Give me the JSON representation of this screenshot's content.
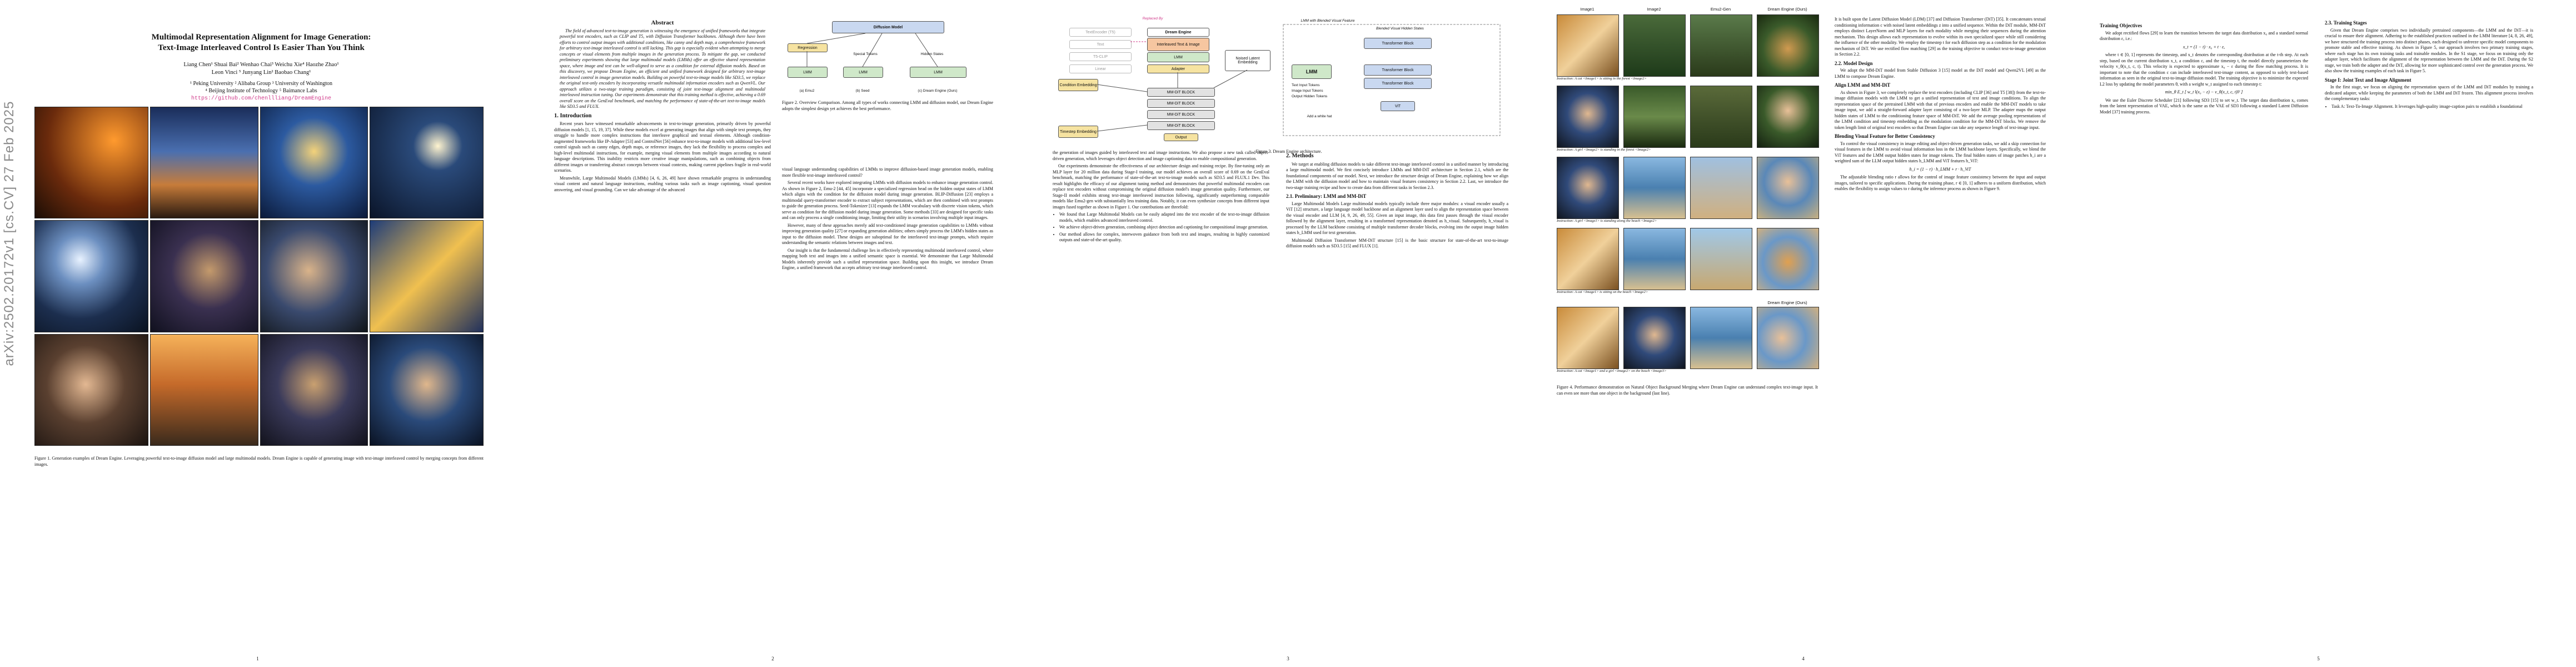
{
  "arxiv_id": "arXiv:2502.20172v1  [cs.CV]  27 Feb 2025",
  "paper": {
    "title": "Multimodal Representation Alignment for Image Generation:\nText-Image Interleaved Control Is Easier Than You Think",
    "authors_line1": "Liang Chen¹   Shuai Bai²   Wenhao Chai³   Weichu Xie⁴   Haozhe Zhao¹",
    "authors_line2": "Leon Vinci ⁵   Junyang Lin²   Baobao Chang¹",
    "affil_line1": "¹ Peking University   ² Alibaba Group   ³ University of Washington",
    "affil_line2": "⁴ Beijing Institute of Technology   ⁵ Baimance Labs",
    "url": "https://github.com/chenllliang/DreamEngine",
    "fig1_caption": "Figure 1. Generation examples of Dream Engine. Leveraging powerful text-to-image diffusion model and large multimodal models. Dream Engine is capable of generating image with text-image interleaved control by merging concepts from different images."
  },
  "pages": [
    "1",
    "2",
    "3",
    "4",
    "5"
  ],
  "page2": {
    "abstract_title": "Abstract",
    "abstract": "The field of advanced text-to-image generation is witnessing the emergence of unified frameworks that integrate powerful text encoders, such as CLIP and T5, with Diffusion Transformer backbones. Although there have been efforts to control output images with additional conditions, like canny and depth map, a comprehensive framework for arbitrary text-image interleaved control is still lacking. This gap is especially evident when attempting to merge concepts or visual elements from multiple images in the generation process. To mitigate the gap, we conducted preliminary experiments showing that large multimodal models (LMMs) offer an effective shared representation space, where image and text can be well-aligned to serve as a condition for external diffusion models. Based on this discovery, we propose Dream Engine, an efficient and unified framework designed for arbitrary text-image interleaved control in image generation models. Building on powerful text-to-image models like SD3.5, we replace the original text-only encoders by incorporating versatile multimodal information encoders such as QwenVL. Our approach utilizes a two-stage training paradigm, consisting of joint text-image alignment and multimodal interleaved instruction tuning. Our experiments demonstrate that this training method is effective, achieving a 0.69 overall score on the GenEval benchmark, and matching the performance of state-of-the-art text-to-image models like SD3.5 and FLUX.",
    "intro_title": "1. Introduction",
    "intro_p1": "Recent years have witnessed remarkable advancements in text-to-image generation, primarily driven by powerful diffusion models [1, 15, 19, 37]. While these models excel at generating images that align with simple text prompts, they struggle to handle more complex instructions that interleave graphical and textual elements. Although condition-augmented frameworks like IP-Adapter [53] and ControlNet [56] enhance text-to-image models with additional low-level control signals such as canny edges, depth maps, or reference images, they lack the flexibility to process complex and high-level multimodal instructions, for example, merging visual elements from multiple images according to natural language descriptions. This inability restricts more creative image manipulations, such as combining objects from different images or transferring abstract concepts between visual contexts, making current pipelines fragile in real-world scenarios.",
    "intro_p2": "Meanwhile, Large Multimodal Models (LMMs) [4, 6, 26, 49] have shown remarkable progress in understanding visual content and natural language instructions, enabling various tasks such as image captioning, visual question answering, and visual grounding. Can we take advantage of the advanced",
    "fig2_caption": "Figure 2. Overview Comparison. Among all types of works connecting LMM and diffusion model, our Dream Engine adopts the simplest design yet achieves the best performance.",
    "col2_p1": "visual language understanding capabilities of LMMs to improve diffusion-based image generation models, enabling more flexible text-image interleaved control?",
    "col2_p2": "Several recent works have explored integrating LMMs with diffusion models to enhance image generation control. As shown in Figure 2, Emu-2 [44, 45] incorporate a specialized regression head on the hidden output states of LMM which aligns with the condition for the diffusion model during image generation. BLIP-Diffusion [23] employs a multimodal query-transformer encoder to extract subject representations, which are then combined with text prompts to guide the generation process. Seed-Tokenizer [13] expands the LMM vocabulary with discrete vision tokens, which serve as condition for the diffusion model during image generation. Some methods [33] are designed for specific tasks and can only process a single conditioning image, limiting their utility in scenarios involving multiple input images.",
    "col2_p3": "However, many of these approaches merely add text-conditioned image generation capabilities to LMMs without improving generation quality [27] or expanding generation abilities; others simply process the LMM's hidden states as input to the diffusion model. These designs are suboptimal for the interleaved text-image prompts, which require understanding the semantic relations between images and text.",
    "col2_p4": "Our insight is that the fundamental challenge lies in effectively representing multimodal interleaved control, where mapping both text and images into a unified semantic space is essential. We demonstrate that Large Multimodal Models inherently provide such a unified representation space. Building upon this insight, we introduce Dream Engine, a unified framework that accepts arbitrary text-image interleaved control."
  },
  "page3": {
    "fig3_caption": "Figure 3. Dream Engine architecture.",
    "col1_p1": "the generation of images guided by interleaved text and image instructions. We also propose a new task called object-driven generation, which leverages object detection and image captioning data to enable compositional generation.",
    "col1_p2": "Our experiments demonstrate the effectiveness of our architecture design and training recipe. By fine-tuning only an MLP layer for 20 million data during Stage-I training, our model achieves an overall score of 0.69 on the GenEval benchmark, matching the performance of state-of-the-art text-to-image models such as SD3.5 and FLUX.1 Dev. This result highlights the efficacy of our alignment tuning method and demonstrates that powerful multimodal encoders can replace text encoders without compromising the original diffusion model's image generation quality. Furthermore, our Stage-II model exhibits strong text-image interleaved instruction following, significantly outperforming comparable models like Emu2-gen with substantially less training data. Notably, it can even synthesize concepts from different input images fused together as shown in Figure 1. Our contributions are threefold:",
    "bullets": [
      "We found that Large Multimodal Models can be easily adapted into the text encoder of the text-to-image diffusion models, which enables advanced interleaved control.",
      "We achieve object-driven generation, combining object detection and captioning for compositional image generation.",
      "Our method allows for complex, interwoven guidance from both text and images, resulting in highly customized outputs and state-of-the-art quality."
    ],
    "methods_title": "2. Methods",
    "methods_p1": "We target at enabling diffusion models to take different text-image interleaved control in a unified manner by introducing a large multimodal model. We first concisely introduce LMMs and MM-DiT architecture in Section 2.1, which are the foundational components of our model. Next, we introduce the structure design of Dream Engine, explaining how we align the LMM with the diffusion model and how to maintain visual features consistency in Section 2.2. Last, we introduce the two-stage training recipe and how to create data from different tasks in Section 2.3.",
    "prelim_title": "2.1. Preliminary: LMM and MM-DiT",
    "prelim_p1": "Large Multimodal Models  Large multimodal models typically include three major modules: a visual encoder usually a ViT [12] structure, a large language model backbone and an alignment layer used to align the representation space between the visual encoder and LLM [4, 9, 26, 49, 55]. Given an input image, this data first passes through the visual encoder followed by the alignment layer, resulting in a transformed representation denoted as h_visual. Subsequently, h_visual is processed by the LLM backbone consisting of multiple transformer decoder blocks, evolving into the output image hidden states h_LMM used for text generation.",
    "mmdit_p1": "Multimodal Diffusion Transformer  MM-DiT structure [15] is the basic structure for state-of-the-art text-to-image diffusion models such as SD3.5 [15] and FLUX [1]."
  },
  "page4": {
    "col_headers": [
      "Image1",
      "Image2",
      "Emu2-Gen",
      "Dream Engine (Ours)"
    ],
    "instructions": [
      "Instruction: A cat <Image1> is sitting in the forest <Image2>",
      "Instruction: A girl <Image2> is standing in the forest <Image2>",
      "Instruction: A girl <Image1> is standing along the beach <Image2>",
      "Instruction: A cat <Image1> is sitting on the beach <Image2>",
      "Instruction: A cat <Image1> and a girl <Image2> on the beach <Image3>"
    ],
    "extra_header": "Dream Engine (Ours)",
    "fig4_caption": "Figure 4. Performance demonstration on Natural Object Background Merging where Dream Engine can understand complex text-image input. It can even see more than one object in the background (last line).",
    "col2_p1": "It is built upon the Latent Diffusion Model (LDM) [37] and Diffusion Transformer (DiT) [35]. It concatenates textual conditioning information c with noised latent embeddings z into a unified sequence. Within the DiT module, MM-DiT employs distinct LayerNorm and MLP layers for each modality while merging their sequences during the attention mechanism. This design allows each representation to evolve within its own specialized space while still considering the influence of the other modality. We employ the timestep t for each diffusion step as a condition for the modulation mechanism of DiT. We use rectified flow matching [29] as the training objective to conduct text-to-image generation in Section 2.2.",
    "model_design_title": "2.2. Model Design",
    "model_design_p1": "We adopt the MM-DiT model from Stable Diffusion 3 [15] model as the DiT model and Qwen2VL [49] as the LMM to compose Dream Engine.",
    "align_title": "Align LMM and MM-DiT",
    "align_p1": "As shown in Figure 3, we completely replace the text encoders (including CLIP [36] and T5 [38]) from the text-to-image diffusion models with the LMM to get a unified representation of text and image conditions. To align the representation space of the pretrained LMM with that of previous encoders and enable the MM-DiT models to take image input, we add a straight-forward adapter layer consisting of a two-layer MLP. The adapter maps the output hidden states of LMM to the conditioning feature space of MM-DiT. We add the average pooling representations of the LMM condition and timestep embedding as the modulation condition for the MM-DiT blocks. We remove the token length limit of original text encoders so that Dream Engine can take any sequence length of text-image input.",
    "blend_title": "Blending Visual Feature for Better Consistency",
    "blend_p1": "To control the visual consistency in image editing and object-driven generation tasks, we add a skip connection for visual features in the LMM to avoid visual information loss in the LMM backbone layers. Specifically, we blend the ViT features and the LMM output hidden states for image tokens. The final hidden states of image patches h_i are a weighted sum of the LLM output hidden states h_LMM and ViT features h_ViT:",
    "blend_eq": "h_i = (1 − r) · h_LMM + r · h_ViT",
    "blend_p2": "The adjustable blending ratio r allows for the control of image feature consistency between the input and output images, tailored to specific applications. During the training phase, r ∈ [0, 1] adheres to a uniform distribution, which enables the flexibility to assign values to r during the inference process as shown in Figure 9."
  },
  "page5": {
    "obj_title": "Training Objectives",
    "obj_p1": "We adopt rectified flows [29] to learn the transition between the target data distribution x₀ and a standard normal distribution ε, i.e.:",
    "eq1": "x_t = (1 − t) · x₀ + t · ε,",
    "obj_p2": "where t ∈ [0, 1] represents the timestep, and x_t denotes the corresponding distribution at the t-th step. At each step, based on the current distribution x_t, a condition c, and the timestep t, the model directly parameterizes the velocity v_θ(x_t, c, t). This velocity is expected to approximate x₀ − ε during the flow matching process. It is important to note that the condition c can include interleaved text-image content, as opposed to solely text-based information as seen in the original text-to-image diffusion model. The training objective is to minimize the expected L2 loss by updating the model parameters θ, with a weight w_t assigned to each timestep t:",
    "eq2": "min_θ  E_t [ w_t ‖(x₀ − ε) − v_θ(x_t, c, t)‖² ]",
    "obj_p3": "We use the Euler Discrete Scheduler [21] following SD3 [15] to set w_t. The target data distribution x₀ comes from the latent representation of VAE, which is the same as the VAE of SD3 following a standard Latent Diffusion Model [37] training process.",
    "stages_title": "2.3. Training Stages",
    "stages_p1": "Given that Dream Engine comprises two individually pretrained components—the LMM and the DiT—it is crucial to ensure their alignment. Adhering to the established practices outlined in the LMM literature [4, 8, 26, 49], we have structured the training process into distinct phases, each designed to unfreeze specific model components to promote stable and effective training. As shown in Figure 5, our approach involves two primary training stages, where each stage has its own training tasks and trainable modules. In the S1 stage, we focus on training only the adapter layer, which facilitates the alignment of the representation between the LMM and the DiT. During the S2 stage, we train both the adapter and the DiT, allowing for more sophisticated control over the generation process. We also show the training examples of each task in Figure 5.",
    "stage1_title": "Stage I: Joint Text and Image Alignment",
    "stage1_p1": "In the first stage, we focus on aligning the representation spaces of the LMM and DiT modules by training a dedicated adapter, while keeping the parameters of both the LMM and DiT frozen. This alignment process involves the complementary tasks:",
    "stage1_task": "Task A: Text-To-Image Alignment. It leverages high-quality image-caption pairs to establish a foundational"
  },
  "fig2": {
    "top_title": "Diffusion Model",
    "labels": [
      "Regression",
      "Special Tokens",
      "Hidden States",
      "(a) Emu2",
      "(b) Seed",
      "(c) Dream Engine (Ours)",
      "Hidden States"
    ],
    "lmm": "LMM"
  },
  "fig3": {
    "replaced": "Replaced By",
    "left_boxes": [
      "TextEncoder (T5)",
      "Text",
      "T5-CLIP",
      "Linear"
    ],
    "mid_boxes": [
      "Dream Engine",
      "Interleaved Text & Image",
      "LMM",
      "Adapter"
    ],
    "noised": "Noised Latent Embedding",
    "cond": "Condition Embedding",
    "timestep": "Timestep Embedding",
    "blocks": [
      "MM-DiT BLOCK",
      "MM-DiT BLOCK",
      "MM-DiT BLOCK",
      "MM-DiT BLOCK"
    ],
    "output": "Output",
    "lmm_blend_title": "LMM with Blended Visual Feature",
    "blend_box_title": "Blended Visual Hidden States",
    "tblocks": [
      "Transformer Block",
      "Transformer Block",
      "Transformer Block"
    ],
    "right_labels": [
      "LMM",
      "ViT"
    ],
    "legend": [
      "Text Input Tokens",
      "Image Input Tokens",
      "Output Hidden Tokens"
    ],
    "add": "Add a white hat"
  },
  "colors": {
    "accent_pink": "#d03a8a",
    "diffusion_blue": "#c9d8f0",
    "lmm_green": "#cfe8c9",
    "adapter_yellow": "#f6e3a1",
    "dit_gray": "#e2e2e2"
  }
}
